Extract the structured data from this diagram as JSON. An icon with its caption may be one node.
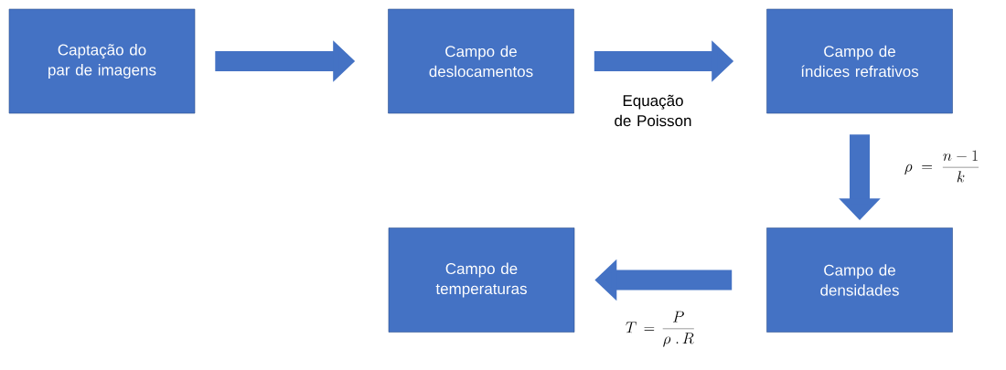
{
  "diagram": {
    "nodes": [
      {
        "text": [
          "Captação do par de imagens"
        ]
      },
      {
        "text": [
          "Campo de deslocamentos"
        ]
      },
      {
        "text": [
          "Campo de índices refrativos"
        ]
      },
      {
        "text": [
          "Campo de densidades"
        ]
      },
      {
        "text": [
          "Campo de temperaturas"
        ]
      }
    ],
    "edges": [
      {
        "from": 0,
        "to": 1,
        "arrow": "to"
      },
      {
        "from": 1,
        "to": 2,
        "arrow": "to",
        "label": "Equação de Poisson"
      },
      {
        "from": 2,
        "to": 3,
        "arrow": "to",
        "label": "\\rho\\, =\\, \\frac{n-1}{k}"
      },
      {
        "from": 3,
        "to": 4,
        "arrow": "to",
        "label": "T = \\frac{P}{\\rho\\;.\\,R}"
      }
    ]
  }
}
